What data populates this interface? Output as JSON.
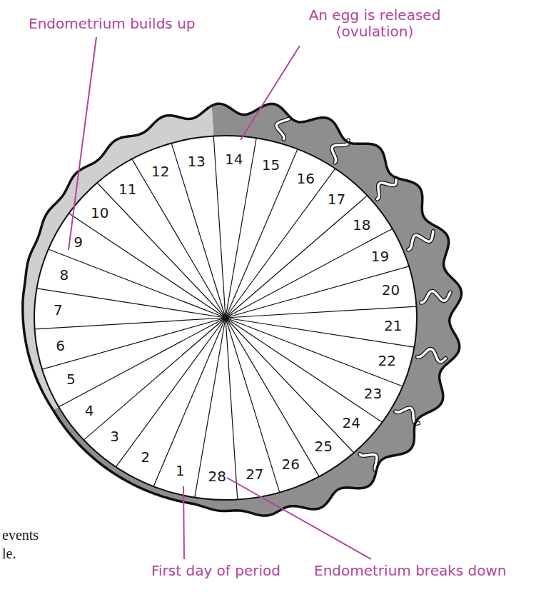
{
  "diagram": {
    "labels": [
      "Endometrium builds up",
      "An egg is released (ovulation)",
      "1",
      "2",
      "3",
      "4",
      "5",
      "6",
      "7",
      "8",
      "9",
      "10",
      "11",
      "12",
      "13",
      "14",
      "15",
      "16",
      "17",
      "18",
      "19",
      "20",
      "21",
      "22",
      "23",
      "24",
      "25",
      "26",
      "27",
      "28",
      "events",
      "le.",
      "First day of period",
      "Endometrium breaks down"
    ]
  }
}
